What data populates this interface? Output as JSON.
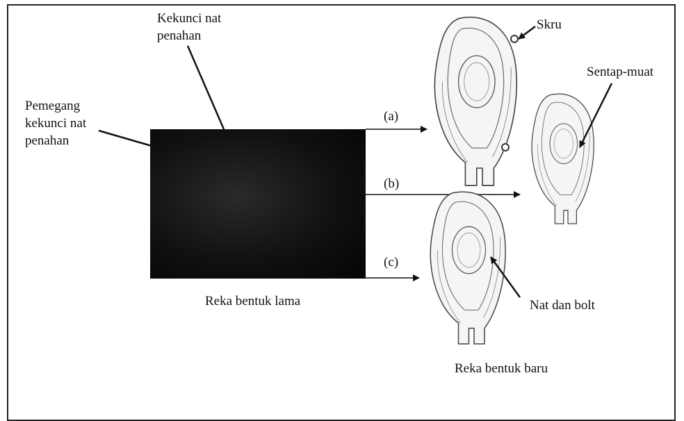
{
  "labels": {
    "holder": "Pemegang\nkekunci nat\npenahan",
    "locknut": "Kekunci nat\npenahan",
    "old_design": "Reka bentuk lama",
    "new_design": "Reka bentuk baru",
    "a": "(a)",
    "b": "(b)",
    "c": "(c)",
    "screw": "Skru",
    "snapfit": "Sentap-muat",
    "nutbolt": "Nat dan bolt"
  }
}
